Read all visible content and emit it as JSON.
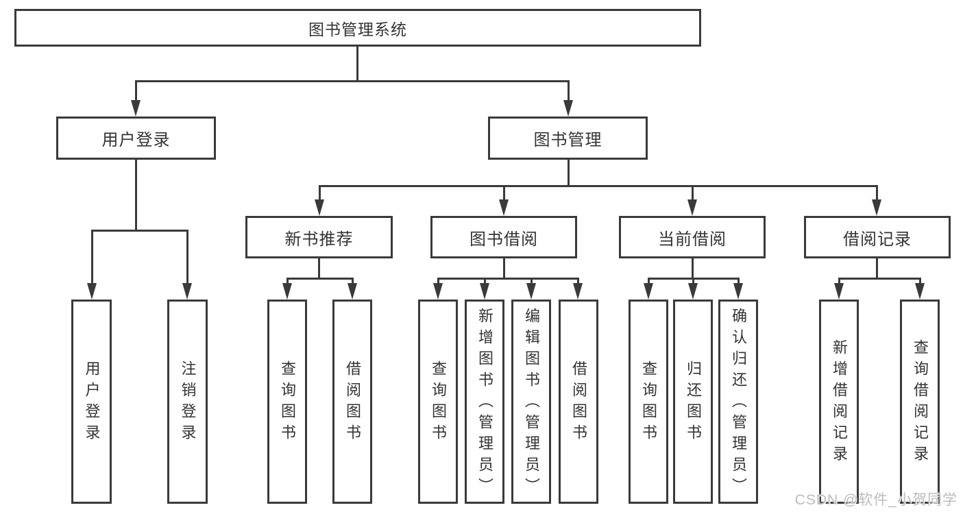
{
  "tree": {
    "root": {
      "label": "图书管理系统"
    },
    "children": [
      {
        "label": "用户登录",
        "children": [
          {
            "label": "用户登录"
          },
          {
            "label": "注销登录"
          }
        ]
      },
      {
        "label": "图书管理",
        "children": [
          {
            "label": "新书推荐",
            "children": [
              {
                "label": "查询图书"
              },
              {
                "label": "借阅图书"
              }
            ]
          },
          {
            "label": "图书借阅",
            "children": [
              {
                "label": "查询图书"
              },
              {
                "label": "新增图书（管理员）"
              },
              {
                "label": "编辑图书（管理员）"
              },
              {
                "label": "借阅图书"
              }
            ]
          },
          {
            "label": "当前借阅",
            "children": [
              {
                "label": "查询图书"
              },
              {
                "label": "归还图书"
              },
              {
                "label": "确认归还（管理员）"
              }
            ]
          },
          {
            "label": "借阅记录",
            "children": [
              {
                "label": "新增借阅记录"
              },
              {
                "label": "查询借阅记录"
              }
            ]
          }
        ]
      }
    ]
  },
  "watermark": {
    "text": "CSDN @软件_小贺同学"
  },
  "colors": {
    "line": "#3a3a3a",
    "text": "#333333",
    "background": "#ffffff",
    "watermark": "#b9bcc0"
  }
}
